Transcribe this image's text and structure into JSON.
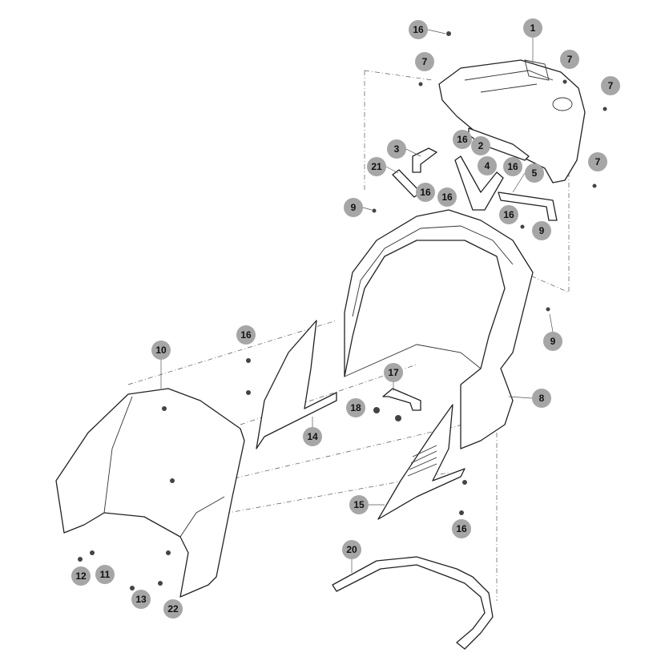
{
  "diagram": {
    "type": "exploded-parts-diagram",
    "colors": {
      "callout_fill": "#a6a6a6",
      "line": "#222222"
    },
    "callouts": [
      "16",
      "1",
      "7",
      "7",
      "7",
      "3",
      "2",
      "16",
      "4",
      "16",
      "21",
      "16",
      "16",
      "5",
      "7",
      "16",
      "9",
      "9",
      "9",
      "16",
      "10",
      "17",
      "8",
      "18",
      "14",
      "15",
      "16",
      "20",
      "12",
      "11",
      "13",
      "22"
    ]
  }
}
